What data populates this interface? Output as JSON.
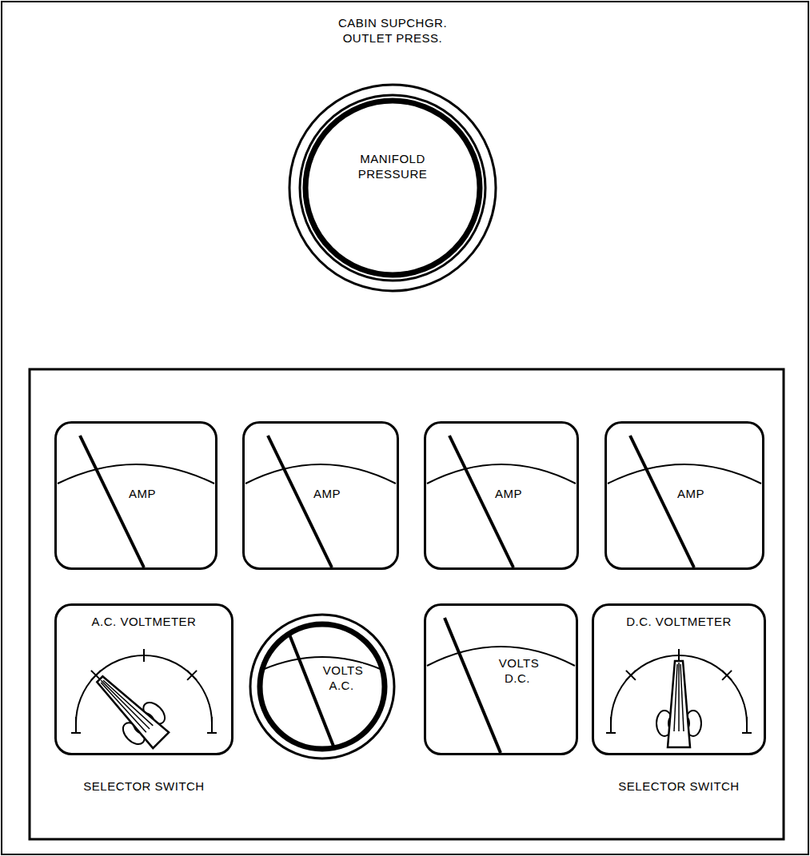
{
  "diagram": {
    "nodes": [
      {
        "text": [
          "CABIN SUPCHGR. OUTLET PRESS.",
          "MANIFOLD PRESSURE"
        ]
      },
      {
        "text": [
          "AMP"
        ]
      },
      {
        "text": [
          "AMP"
        ]
      },
      {
        "text": [
          "AMP"
        ]
      },
      {
        "text": [
          "AMP"
        ]
      },
      {
        "text": [
          "A.C. VOLTMETER",
          "SELECTOR SWITCH"
        ]
      },
      {
        "text": [
          "VOLTS A.C."
        ]
      },
      {
        "text": [
          "VOLTS D.C."
        ]
      },
      {
        "text": [
          "D.C. VOLTMETER",
          "SELECTOR SWITCH"
        ]
      }
    ]
  }
}
